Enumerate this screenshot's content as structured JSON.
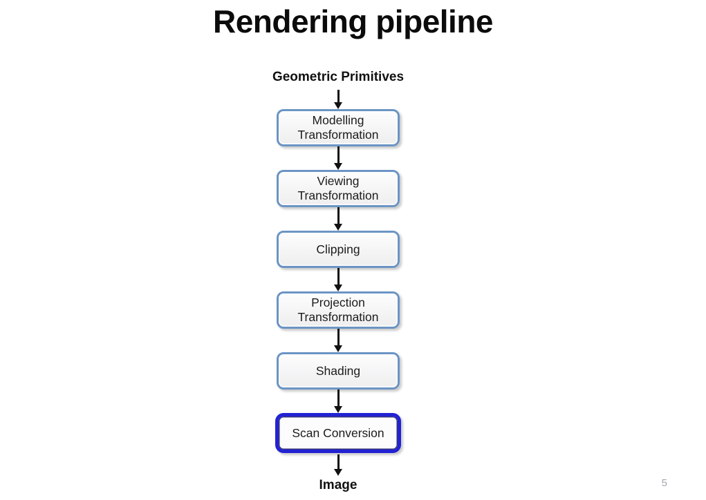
{
  "slide": {
    "title": "Rendering pipeline",
    "page_number": "5"
  },
  "pipeline": {
    "source_label": "Geometric Primitives",
    "stages": [
      {
        "label": "Modelling Transformation",
        "highlighted": false
      },
      {
        "label": "Viewing Transformation",
        "highlighted": false
      },
      {
        "label": "Clipping",
        "highlighted": false
      },
      {
        "label": "Projection Transformation",
        "highlighted": false
      },
      {
        "label": "Shading",
        "highlighted": false
      },
      {
        "label": "Scan Conversion",
        "highlighted": true
      }
    ],
    "sink_label": "Image",
    "colors": {
      "stage_border": "#6b94c4",
      "highlight_border": "#2222d4",
      "stage_fill": "#f6f6f7",
      "arrow": "#111111",
      "title_text": "#0b0b0b",
      "stage_text": "#1c1c1c",
      "page_number_text": "#a3a7ad"
    }
  }
}
